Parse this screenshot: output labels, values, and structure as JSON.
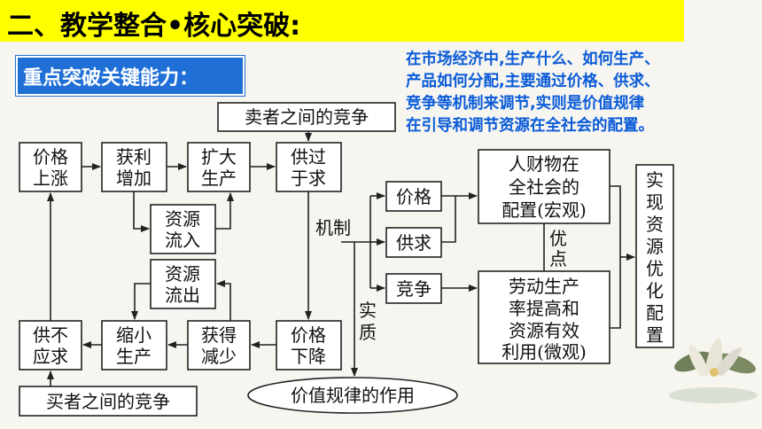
{
  "title": "二、教学整合•核心突破:",
  "key_label": "重点突破关键能力：",
  "note_lines": [
    "在市场经济中,生产什么、如何生产、",
    "产品如何分配,主要通过价格、供求、",
    "竞争等机制来调节,实则是价值规律",
    "在引导和调节资源在全社会的配置。"
  ],
  "diagram": {
    "seller_competition": "卖者之间的竞争",
    "buyer_competition": "买者之间的竞争",
    "price_rise": [
      "价格",
      "上涨"
    ],
    "profit_increase": [
      "获利",
      "增加"
    ],
    "expand_production": [
      "扩大",
      "生产"
    ],
    "supply_exceeds": [
      "供过",
      "于求"
    ],
    "resource_inflow": [
      "资源",
      "流入"
    ],
    "resource_outflow": [
      "资源",
      "流出"
    ],
    "supply_short": [
      "供不",
      "应求"
    ],
    "shrink_production": [
      "缩小",
      "生产"
    ],
    "profit_decrease": [
      "获得",
      "减少"
    ],
    "price_fall": [
      "价格",
      "下降"
    ],
    "mechanism_label": "机制",
    "essence_label": [
      "实",
      "质"
    ],
    "mech_price": "价格",
    "mech_supply": "供求",
    "mech_competition": "竞争",
    "macro": [
      "人财物在",
      "全社会的",
      "配置(宏观)"
    ],
    "micro": [
      "劳动生产",
      "率提高和",
      "资源有效",
      "利用(微观)"
    ],
    "advantage": [
      "优",
      "点"
    ],
    "optimize": [
      "实",
      "现",
      "资",
      "源",
      "优",
      "化",
      "配",
      "置"
    ],
    "law_of_value": "价值规律的作用"
  }
}
